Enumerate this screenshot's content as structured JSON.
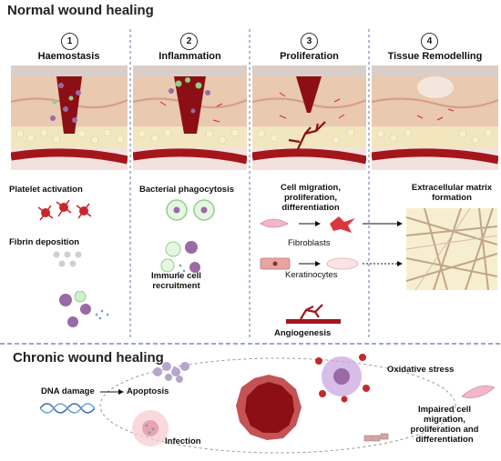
{
  "normal": {
    "title": "Normal wound healing",
    "stages": [
      {
        "num": "1",
        "name": "Haemostasis"
      },
      {
        "num": "2",
        "name": "Inflammation"
      },
      {
        "num": "3",
        "name": "Proliferation"
      },
      {
        "num": "4",
        "name": "Tissue Remodelling"
      }
    ],
    "labels": {
      "platelet": "Platelet activation",
      "fibrin": "Fibrin deposition",
      "bacterial": "Bacterial phagocytosis",
      "immune": "Immune cell recruitment",
      "cell_migration": "Cell migration, proliferation, differentiation",
      "fibroblasts": "Fibroblasts",
      "keratinocytes": "Keratinocytes",
      "angiogenesis": "Angiogenesis",
      "ecm": "Extracellular matrix formation"
    }
  },
  "chronic": {
    "title": "Chronic wound healing",
    "labels": {
      "dna_damage": "DNA damage",
      "apoptosis": "Apoptosis",
      "infection": "Infection",
      "oxidative": "Oxidative stress",
      "impaired": "Impaired cell migration, proliferation and differentiation"
    }
  },
  "colors": {
    "blood": "#8b0f14",
    "skin": "#e9c9b0",
    "fat": "#f2e6bf",
    "cell_purple": "#9a6aa6",
    "cell_green": "#8fd08a"
  }
}
